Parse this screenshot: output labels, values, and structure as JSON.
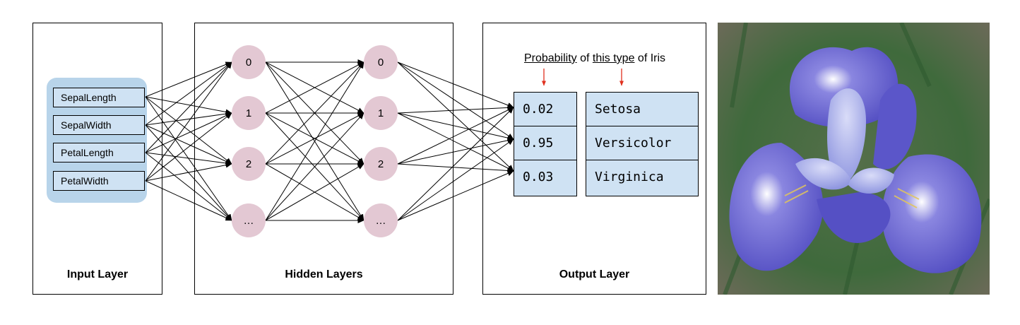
{
  "panels": {
    "input_title": "Input Layer",
    "hidden_title": "Hidden Layers",
    "output_title": "Output Layer"
  },
  "features": [
    "SepalLength",
    "SepalWidth",
    "PetalLength",
    "PetalWidth"
  ],
  "hidden_layer_1": [
    "0",
    "1",
    "2",
    "…"
  ],
  "hidden_layer_2": [
    "0",
    "1",
    "2",
    "…"
  ],
  "caption": {
    "word1": "Probability",
    "mid1": " of ",
    "word2": "this type",
    "mid2": " of Iris"
  },
  "outputs": [
    {
      "probability": "0.02",
      "species": "Setosa"
    },
    {
      "probability": "0.95",
      "species": "Versicolor"
    },
    {
      "probability": "0.03",
      "species": "Virginica"
    }
  ],
  "colors": {
    "node_fill": "#e3c8d3",
    "feature_group_bg": "#b8d4ea",
    "box_fill": "#cfe2f3",
    "caption_arrow": "#e0301e"
  },
  "photo": {
    "subject": "iris-flower",
    "petal_color": "#5a55c8",
    "background_color": "#3f6a3c"
  }
}
